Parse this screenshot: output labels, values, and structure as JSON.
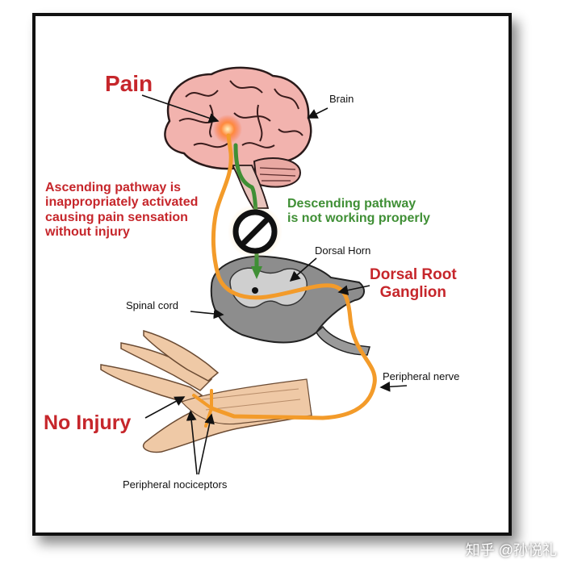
{
  "labels": {
    "pain": "Pain",
    "brain": "Brain",
    "ascending": [
      "Ascending pathway is",
      "inappropriately activated",
      "causing pain sensation",
      "without injury"
    ],
    "descending": [
      "Descending pathway",
      "is not working properly"
    ],
    "dorsal_horn": "Dorsal Horn",
    "drg": [
      "Dorsal Root",
      "Ganglion"
    ],
    "spinal_cord": "Spinal cord",
    "peripheral_nerve": "Peripheral nerve",
    "no_injury": "No Injury",
    "nociceptors": "Peripheral nociceptors"
  },
  "watermark": "知乎 @孙悦礼",
  "colors": {
    "label_red": "#c6262b",
    "label_green": "#3f8f35",
    "nerve_orange": "#f39b2a",
    "brain_pink": "#f2b3ae",
    "cord_gray": "#8d8d8d",
    "skin": "#efc9a6"
  }
}
